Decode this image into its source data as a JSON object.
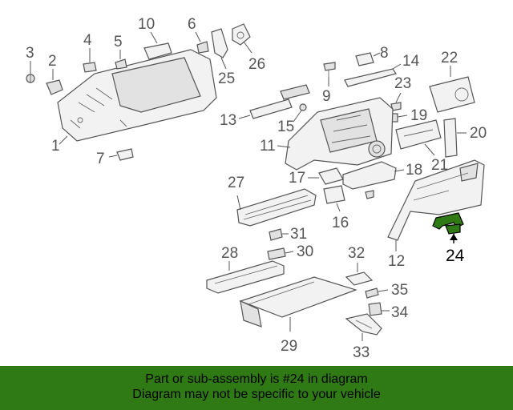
{
  "callouts": {
    "c1": "1",
    "c2": "2",
    "c3": "3",
    "c4": "4",
    "c5": "5",
    "c6": "6",
    "c7": "7",
    "c8": "8",
    "c9": "9",
    "c10": "10",
    "c11": "11",
    "c12": "12",
    "c13": "13",
    "c14": "14",
    "c15": "15",
    "c16": "16",
    "c17": "17",
    "c18": "18",
    "c19": "19",
    "c20": "20",
    "c21": "21",
    "c22": "22",
    "c23": "23",
    "c24": "24",
    "c25": "25",
    "c26": "26",
    "c27": "27",
    "c28": "28",
    "c29": "29",
    "c30": "30",
    "c31": "31",
    "c32": "32",
    "c33": "33",
    "c34": "34",
    "c35": "35"
  },
  "highlight": {
    "part": "24",
    "color": "#2f7a14"
  },
  "banner": {
    "line1": "Part or sub-assembly is #24 in diagram",
    "line2": "Diagram may not be specific to your vehicle",
    "background": "#2f7a14"
  }
}
